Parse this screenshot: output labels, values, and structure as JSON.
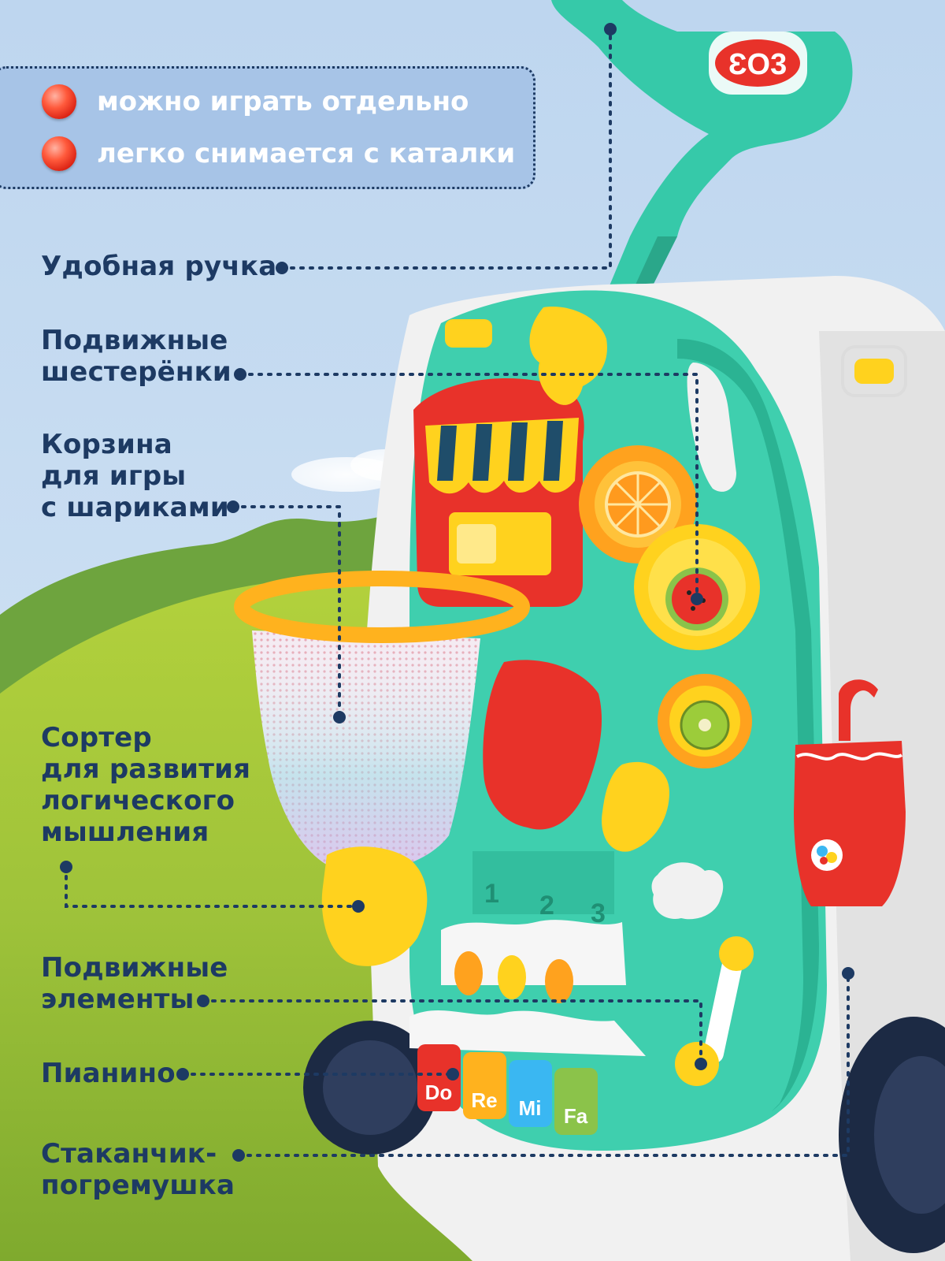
{
  "info_box": {
    "items": [
      "можно играть отдельно",
      "легко снимается с каталки"
    ]
  },
  "callouts": {
    "handle": "Удобная ручка",
    "gears": "Подвижные\nшестерёнки",
    "basket": "Корзина\nдля игры\nс шариками",
    "sorter": "Сортер\nдля развития\nлогического\nмышления",
    "moving_elements": "Подвижные\nэлементы",
    "piano": "Пианино",
    "rattle_cup": "Стаканчик-\nпогремушка"
  },
  "toy": {
    "handle_badge": "ƐO3",
    "piano_keys": [
      "Do",
      "Re",
      "Mi",
      "Fa"
    ],
    "numbers": [
      "1",
      "2",
      "3"
    ]
  },
  "colors": {
    "sky": "#c6dcf2",
    "hill": "#7fb544",
    "label_text": "#1d3a63",
    "info_box": "#a7c4e7",
    "mint": "#3fcfae",
    "red": "#e8322a",
    "yellow": "#ffd21e",
    "orange": "#ffa21e"
  }
}
